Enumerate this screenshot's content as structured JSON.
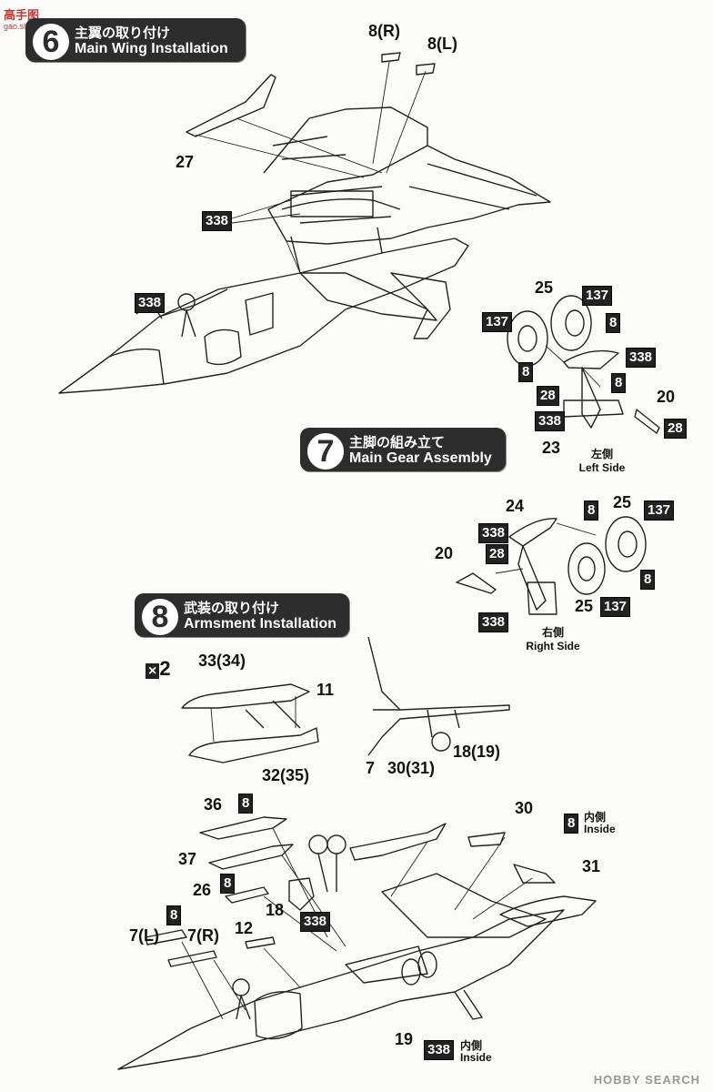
{
  "watermark_top": "高手图",
  "watermark_top_sub": "gao.shou.tu.com",
  "watermark_bottom": "HOBBY SEARCH",
  "steps": [
    {
      "number": "6",
      "title_jp": "主翼の取り付け",
      "title_en": "Main Wing Installation"
    },
    {
      "number": "7",
      "title_jp": "主脚の組み立て",
      "title_en": "Main Gear Assembly"
    },
    {
      "number": "8",
      "title_jp": "武装の取り付け",
      "title_en": "Armsment Installation"
    }
  ],
  "step6": {
    "part_8r": "8(R)",
    "part_8l": "8(L)",
    "part_27": "27",
    "code_338": "338",
    "code_338b": "338"
  },
  "step7": {
    "left": {
      "p25": "25",
      "c137a": "137",
      "c137b": "137",
      "c8a": "8",
      "c8b": "8",
      "c8c": "8",
      "c338a": "338",
      "c28a": "28",
      "c338b": "338",
      "p20": "20",
      "c28b": "28",
      "p23": "23",
      "side_jp": "左側",
      "side_en": "Left Side"
    },
    "right": {
      "p24": "24",
      "c8": "8",
      "p25a": "25",
      "c137a": "137",
      "c338a": "338",
      "c28": "28",
      "p20": "20",
      "c8b": "8",
      "p25b": "25",
      "c137b": "137",
      "c338b": "338",
      "side_jp": "右側",
      "side_en": "Right Side"
    }
  },
  "step8": {
    "x2": "2",
    "p33": "33(34)",
    "p11": "11",
    "p32": "32(35)",
    "p7": "7",
    "p30_31": "30(31)",
    "p18_19": "18(19)",
    "p36": "36",
    "c8a": "8",
    "p37": "37",
    "p26": "26",
    "c8b": "8",
    "p18": "18",
    "c338a": "338",
    "c8c": "8",
    "p7l": "7(L)",
    "p7r": "7(R)",
    "p12": "12",
    "p30": "30",
    "c8d": "8",
    "inside_jp": "内側",
    "inside_en": "Inside",
    "p31": "31",
    "p19": "19",
    "c338b": "338",
    "inside_jp2": "内側",
    "inside_en2": "Inside"
  }
}
